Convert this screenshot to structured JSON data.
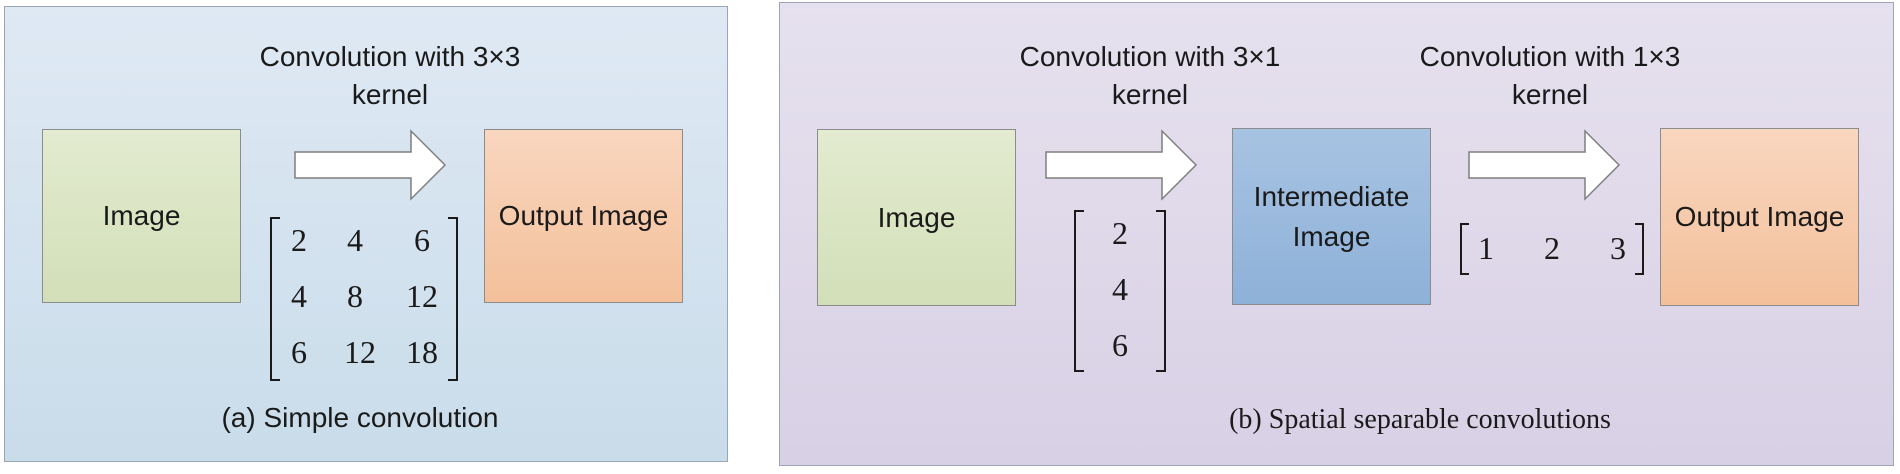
{
  "panel_a": {
    "caption": "(a) Simple convolution",
    "step_label_line1": "Convolution with 3×3",
    "step_label_line2": "kernel",
    "input_box": "Image",
    "output_box": "Output Image",
    "kernel": [
      [
        "2",
        "4",
        "6"
      ],
      [
        "4",
        "8",
        "12"
      ],
      [
        "6",
        "12",
        "18"
      ]
    ]
  },
  "panel_b": {
    "caption": "(b)  Spatial separable convolutions",
    "step1_label_line1": "Convolution with 3×1",
    "step1_label_line2": "kernel",
    "step2_label_line1": "Convolution with 1×3",
    "step2_label_line2": "kernel",
    "input_box": "Image",
    "intermediate_box_line1": "Intermediate",
    "intermediate_box_line2": "Image",
    "output_box": "Output Image",
    "column_kernel": [
      "2",
      "4",
      "6"
    ],
    "row_kernel": [
      "1",
      "2",
      "3"
    ]
  },
  "colors": {
    "panel_a_bg": "#d4e3ef",
    "panel_b_bg": "#ded7e9",
    "image_box": "#d8e4c3",
    "output_box": "#f6cbab",
    "intermediate_box": "#9bbadd"
  }
}
